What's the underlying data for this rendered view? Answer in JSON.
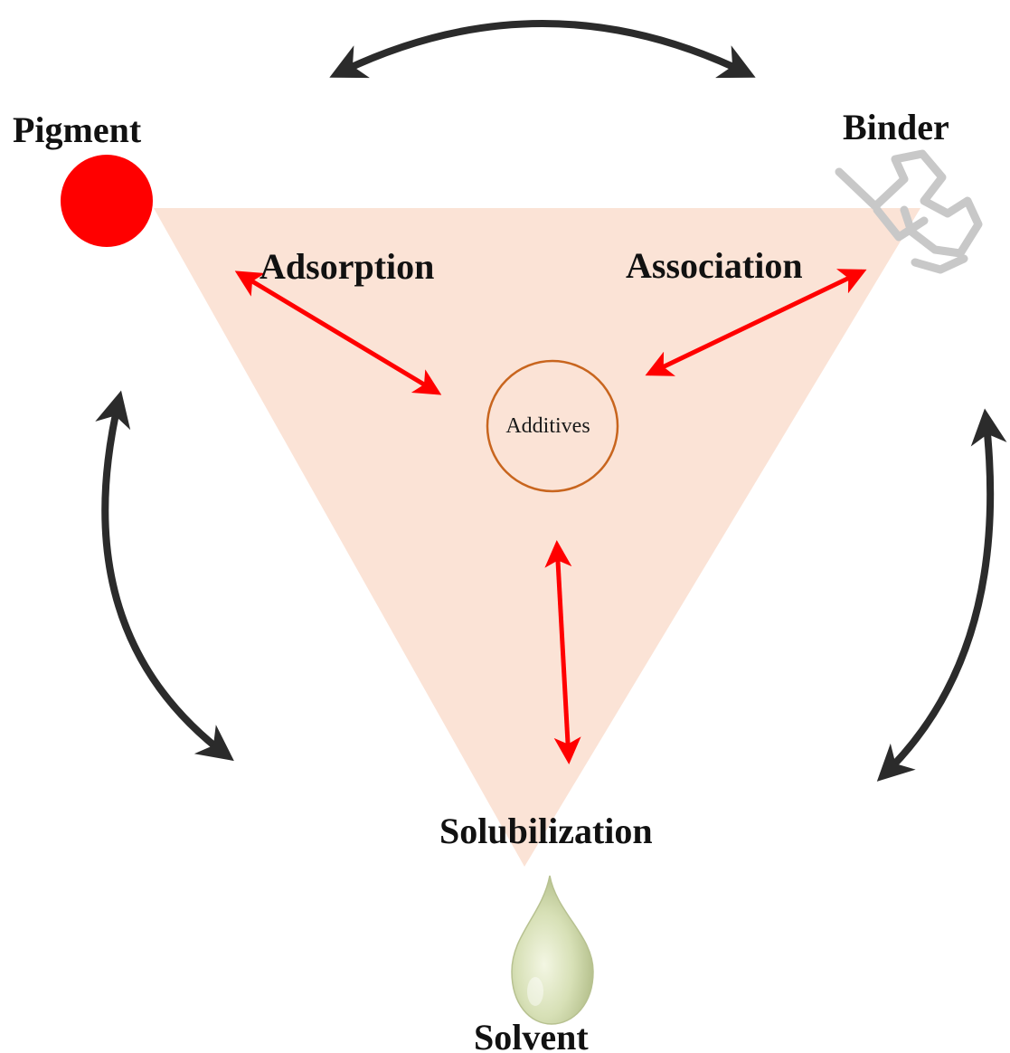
{
  "labels": {
    "pigment": "Pigment",
    "binder": "Binder",
    "solvent": "Solvent",
    "adsorption": "Adsorption",
    "association": "Association",
    "solubilization": "Solubilization",
    "additives": "Additives"
  },
  "colors": {
    "triangle_fill": "#fbe3d6",
    "interaction_arrow": "#ff0000",
    "cycle_arrow": "#2b2b2b",
    "pigment_dot": "#ff0000",
    "binder_icon": "#c8c8c8",
    "additives_ring": "#c8651e",
    "solvent_drop": "#d6e0b4"
  }
}
